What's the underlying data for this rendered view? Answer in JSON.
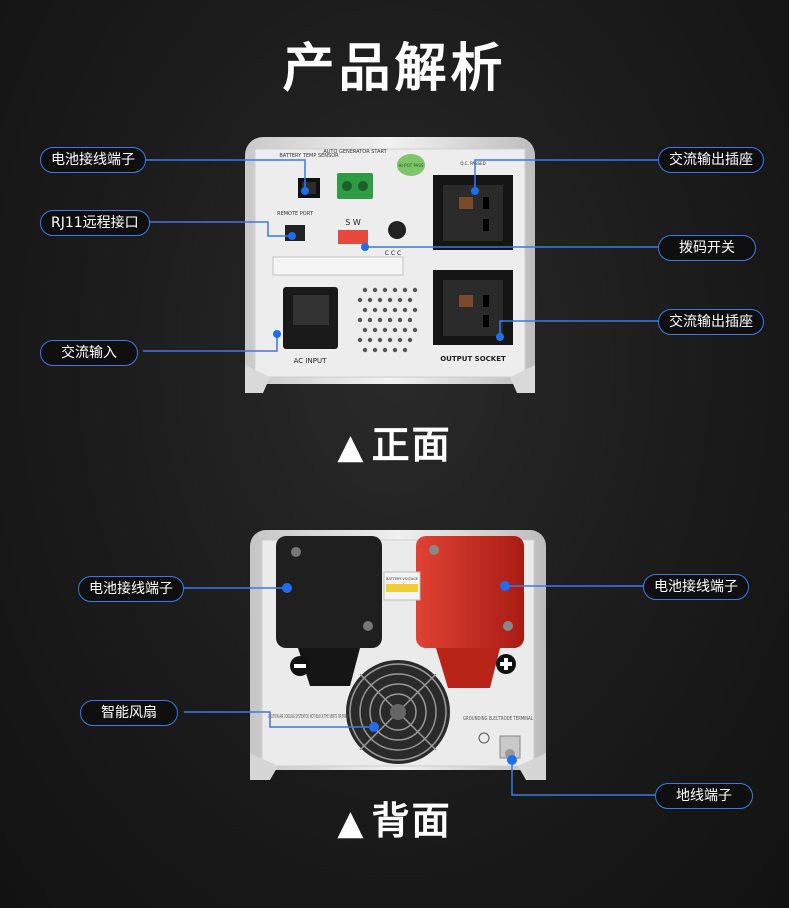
{
  "title": "产品解析",
  "front": {
    "label_mark": "▲",
    "label_text": "正面",
    "panel": {
      "battery_temp_sensor": "BATTERY TEMP SENSOR",
      "auto_generator_start": "AUTO GENERATOR START",
      "remote_port": "REMOTE PORT",
      "dip_sw_label": "S W",
      "ccc": "C C C",
      "ac_input": "AC INPUT",
      "output_socket": "OUTPUT SOCKET",
      "hipot_passed": "HI-POT PASS",
      "qc_passed": "Q.C. PASSED"
    },
    "callouts": {
      "battery_terminal": "电池接线端子",
      "rj11_port": "RJ11远程接口",
      "ac_input": "交流输入",
      "ac_output_socket_1": "交流输出插座",
      "dip_switch": "拨码开关",
      "ac_output_socket_2": "交流输出插座"
    }
  },
  "back": {
    "label_mark": "▲",
    "label_text": "背面",
    "panel": {
      "caution": "CAUTION AIR COOLING SYSTEM DO NOT BLOCK THE VENTS OR FANS",
      "grounding": "GROUNDING ELECTRODE TERMINAL",
      "battery_voltage": "BATTERY VOLTAGE"
    },
    "callouts": {
      "battery_terminal_left": "电池接线端子",
      "battery_terminal_right": "电池接线端子",
      "smart_fan": "智能风扇",
      "ground_terminal": "地线端子"
    }
  },
  "colors": {
    "callout_border": "#3b79e8",
    "callout_dot": "#1e6ff0",
    "red_cover": "#c9281e",
    "black_cover": "#1c1c1c"
  }
}
